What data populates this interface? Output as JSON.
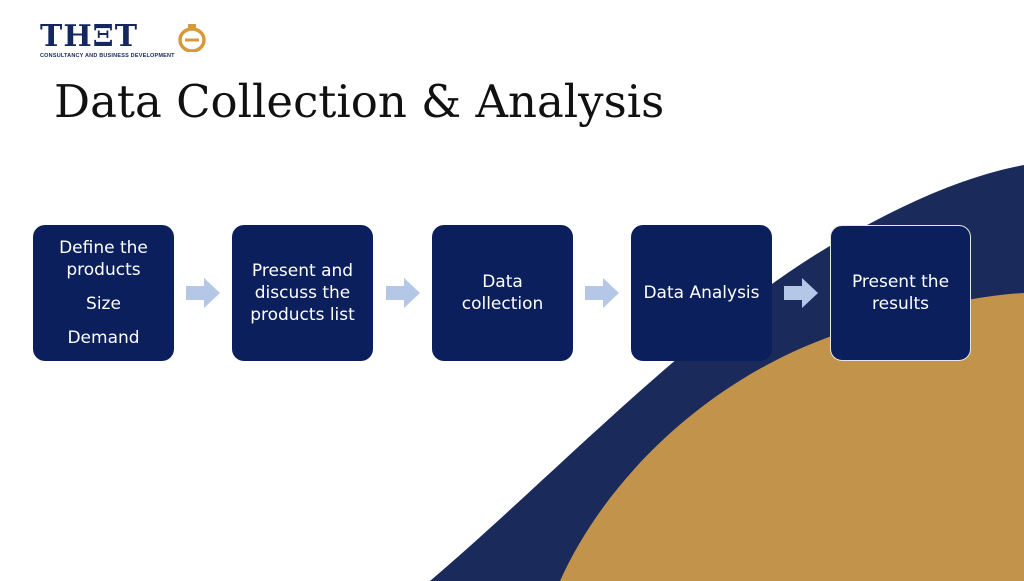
{
  "logo": {
    "wordmark": "THΞT",
    "tagline": "CONSULTANCY AND BUSINESS DEVELOPMENT"
  },
  "title": "Data Collection & Analysis",
  "steps": [
    {
      "lines": [
        "Define the products",
        "Size",
        "Demand"
      ]
    },
    {
      "lines": [
        "Present and discuss the products list"
      ]
    },
    {
      "lines": [
        "Data collection"
      ]
    },
    {
      "lines": [
        "Data Analysis"
      ]
    },
    {
      "lines": [
        "Present the results"
      ]
    }
  ],
  "colors": {
    "box": "#0b1f5c",
    "arrow": "#b4c7e7",
    "navy_shape": "#1a2a5a",
    "gold_shape": "#c2944b",
    "brand": "#14275e",
    "logo_accent": "#d79a3a"
  }
}
